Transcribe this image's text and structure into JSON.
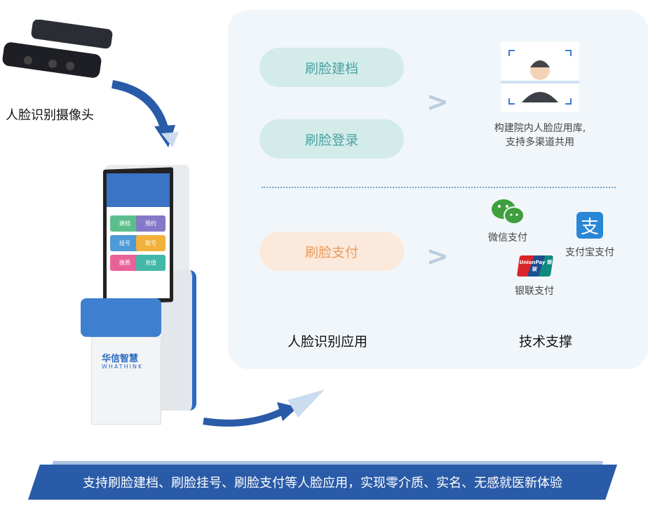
{
  "camera_label": "人脸识别摄像头",
  "kiosk": {
    "brand": "华信智慧",
    "brand_en": "WHATHINK",
    "tiles": [
      "建档",
      "预约",
      "挂号",
      "取号",
      "缴费",
      "充值"
    ]
  },
  "left_apps": {
    "items": [
      {
        "label": "刷脸建档"
      },
      {
        "label": "刷脸登录"
      },
      {
        "label": "刷脸支付"
      }
    ],
    "caption": "人脸识别应用"
  },
  "right_support": {
    "face_desc_line1": "构建院内人脸应用库,",
    "face_desc_line2": "支持多渠道共用",
    "wechat": "微信支付",
    "alipay": "支付宝支付",
    "alipay_glyph": "支",
    "unionpay": "银联支付",
    "unionpay_logo": "UnionPay 银联",
    "caption": "技术支撑"
  },
  "banner": "支持刷脸建档、刷脸挂号、刷脸支付等人脸应用，实现零介质、实名、无感就医新体验",
  "colors": {
    "teal": "#d3ecea",
    "orange": "#fbe9dc",
    "blue": "#2a5ba8"
  }
}
